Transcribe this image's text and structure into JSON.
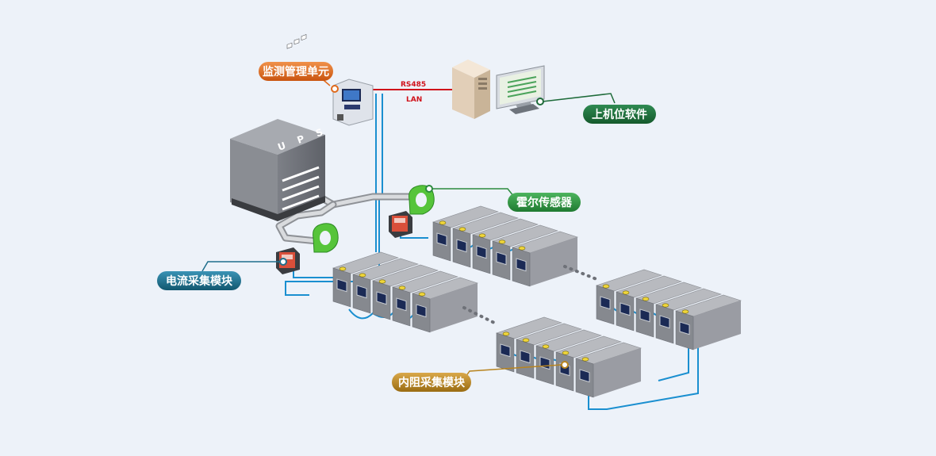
{
  "labels": {
    "monitor_unit": "监测管理单元",
    "host_software": "上机位软件",
    "hall_sensor": "霍尔传感器",
    "current_module": "电流采集模块",
    "resistance_module": "内阻采集模块",
    "protocol_rs485": "RS485",
    "protocol_lan": "LAN",
    "ups": "U P S"
  },
  "colors": {
    "background": "#edf2f9",
    "monitor_pill": "#e06a1c",
    "host_pill": "#1e6b3a",
    "hall_pill": "#2b8a3e",
    "current_pill": "#1f6e8c",
    "resistance_pill": "#b8841f",
    "cable_blue": "#1a8fd0",
    "cable_red": "#d0121b",
    "hall_green": "#56c43a",
    "battery_gray": "#9a9ca3"
  }
}
